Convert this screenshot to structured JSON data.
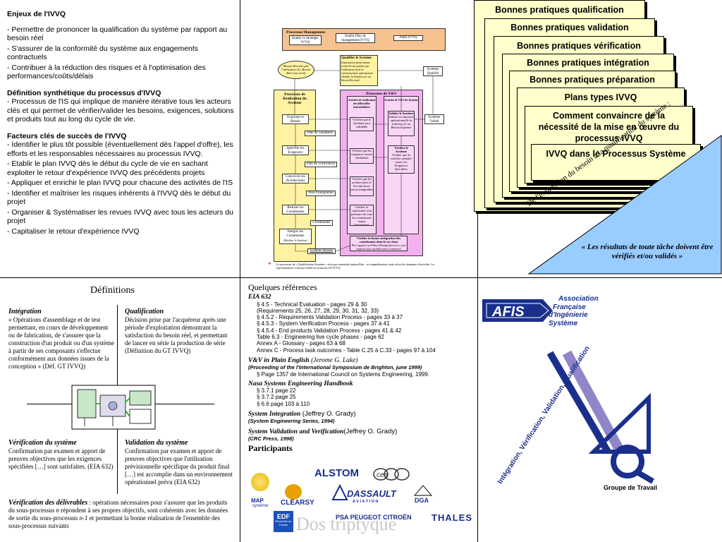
{
  "left": {
    "enjeux_title": "Enjeux de l'IVVQ",
    "enjeux_items": [
      "- Permettre de prononcer la qualification du système par rapport au besoin réel",
      "- S'assurer de la conformité du système aux engagements contractuels",
      "- Contribuer à la réduction des risques et à l'optimisation des performances/coûts/délais"
    ],
    "definition_title": "Définition synthétique du processus d'IVVQ",
    "definition_text": "- Processus de l'IS qui implique de manière itérative tous les acteurs clés et qui permet de vérifier/valider les besoins, exigences, solutions et produits tout au long du cycle de vie.",
    "facteurs_title": "Facteurs clés de succès de l'IVVQ",
    "facteurs_items": [
      "- Identifier le plus tôt possible (éventuellement dès l'appel d'offre), les efforts et les responsables nécessaires au processus IVVQ.",
      "- Etablir le plan IVVQ dès le début du cycle de vie en sachant exploiter le retour d'expérience IVVQ des précédents projets",
      "- Appliquer et enrichir le plan IVVQ pour chacune des activités de l'IS",
      "- Identifier et maîtriser les risques inhérents à l'IVVQ dès le début du projet",
      "- Organiser & Systématiser les revues IVVQ avec tous les acteurs du projet",
      "- Capitaliser le retour d'expérience IVVQ"
    ]
  },
  "diagram": {
    "mgmt_title": "Processus Management",
    "mgmt_boxes": [
      "Etablir la Stratégie IVVQ",
      "Etablir Plan de management IVVQ",
      "Plans IVVQ"
    ],
    "qualifier_title": "Qualifier le Système",
    "qualifier_text": "Exploitation performante (contrôle du système par l'utilisateur final en environnement opérationnel (Valider la Solution p/r au Besoin Recensé)",
    "besoin_oval": "Besoin Recensé par l'utilisateur (Le Besoin Réel non écrit)",
    "systeme_qualifie": "Système Qualifié",
    "realisation_title": "Processus de Réalisation du Système",
    "realisation_steps": [
      "Exprimer le Besoin",
      "Spécifier les Exigences",
      "Concevoir les Architectures",
      "Réaliser les Constituants",
      "Intégrer les Constituants"
    ],
    "realisation_note": "(Réaliser le Système)",
    "vv_title": "Processus de V&V",
    "vv_left_title": "Activités de vérification des délivrables intermédiaires",
    "vv_right_title": "Activités de V&V du Système",
    "verif_boxes": [
      "Vérifier que le Système sera validable",
      "Vérifier que les exigences seront vérifiables",
      "Vérifier que les architectures et les interfaces seront intégrables",
      "Vérifier la conformité et la présence de tous les constituants requis (réceptions)"
    ],
    "valider_title": "Valider le Système",
    "valider_text": "Valider en situation opérationnelle la solution p/r au Besoin Exprimé",
    "verifier_title": "Vérifier le Système",
    "verifier_text": "Vérifier que la solution satisfait toutes les Exigences Spécifiées",
    "integration_title": "Vérifier la bonne intégration des constituants dans le sys tème",
    "integration_text": "Par rapport au Plan d'Intégration (i.e. par rapport aux architectures retenues)",
    "systeme_valide": "Système Validé",
    "plans": [
      "Plan de Validation",
      "Plan de Vérification",
      "Plan d'Intégration",
      "Constituants"
    ],
    "systeme_realise": "Système Réalisé",
    "footnote_star": "*",
    "footnote": "Le processus de « Qualification Système » n'est pas normalisé aujourd'hui : sa compréhension varie selon les domaines d'activités. La représentation ci-dessus reflète la vision du GT IVVQ"
  },
  "cards": [
    "Bonnes pratiques qualification",
    "Bonnes pratiques validation",
    "Bonnes pratiques vérification",
    "Bonnes pratiques intégration",
    "Bonnes pratiques préparation",
    "Plans types IVVQ",
    "Comment convaincre de la nécessité de la mise en œuvre du processus IVVQ",
    "IVVQ dans le Processus Système"
  ],
  "triangle": {
    "rotated": "De l'expression du besoin à la qualification du système :",
    "quote": "« Les résultats de toute tâche doivent être vérifiés et/ou validés »"
  },
  "definitions": {
    "title": "Définitions",
    "integration_t": "Intégration",
    "integration_d": "« Opérations d'assemblage et de test permettant, en cours de développement ou de fabrication, de s'assurer que la construction d'un produit ou d'un système à partir de ses composants s'effectue conformément aux données issues de la conception » (Déf. GT IVVQ)",
    "qualification_t": "Qualification",
    "qualification_d": "Décision prise par l'acquéreur après une période d'exploitation démontrant la satisfaction du besoin réel, et permettant de lancer en série la production de série (Définition du GT IVVQ)",
    "verification_t": "Vérification du système",
    "verification_d": "Confirmation par examen et apport de preuves objectives que les exigences spécifiées […] sont satisfaites. (EIA 632)",
    "validation_t": "Validation du système",
    "validation_d": "Confirmation par examen et apport de preuves objectives que l'utilisation prévisionnelle spécifique du produit final […] est accomplie dans un environnement opérationnel prévu (EIA 632)",
    "delivrables_t": "Vérification des délivrables",
    "delivrables_d1": " : opérations nécessaires pour s'assurer que les produits du sous-processus ",
    "delivrables_n": "n",
    "delivrables_d2": " répondent à ses propres objectifs, sont cohérents avec les données de sortie du sous-processus ",
    "delivrables_n1": "n-1",
    "delivrables_d3": " et permettant la bonne réalisation de l'ensemble des sous-processus suivants"
  },
  "refs": {
    "title": "Quelques références",
    "eia_t": "EIA 632",
    "eia_lines": [
      "§ 4.5 - Technical Evaluation - pages 29 & 30",
      "(Requirements 25, 26, 27,  28,  29, 30, 31, 32, 33)",
      "§ 4.5.2 - Requirements Validation Process - pages 33 à 37",
      "§ 4.5.3 - System Verification Process - pages 37 à 41",
      "§ 4.5.4 - End products Validation Process - pages 41 & 42",
      "Table 6.3 - Engineering live cycle phases - page 62",
      "Annex A - Glossary - pages 63 à 68",
      "Annex C - Process task outcomes - Table C.25 à C.33 - pages 97 à 104"
    ],
    "vv_t": "V&V in Plain English",
    "vv_author": " (Jerome G. Lake)",
    "vv_sub": "(Proceeding of the l'International Symposium de Brighton, june 1999)",
    "vv_line": "§ Page 1357 de  International Council on Systems Engineering, 1999.",
    "nasa_t": "Nasa Systems Engineering Handbook",
    "nasa_lines": [
      "§ 3.7.1 page 22",
      "§ 3.7.2 page 25",
      "§ 6.6 page 103 à 110"
    ],
    "si_t": "System Integration",
    "si_author": " (Jeffrey O. Grady)",
    "si_sub": "(System Engineering Series, 1994)",
    "svv_t": "System Validation and Verification",
    "svv_author": "(Jeffrey O. Grady)",
    "svv_sub": "(CRC Press, 1998)",
    "participants": "Participants"
  },
  "logos": {
    "alstom": "ALSTOM",
    "cea": "cea",
    "map": "MAP",
    "map_sub": "système",
    "clearsy": "CLEARSY",
    "dassault": "DASSAULT",
    "aviation": "A V I A T I O N",
    "dga": "DGA",
    "edf": "EDF",
    "edf_sub": "Électricité de France",
    "psa": "PSA PEUGEOT CITROËN",
    "thales": "THALES",
    "watermark": "Dos triptyque"
  },
  "afis": {
    "logo": "AFIS",
    "line1": "Association",
    "line2": "Française",
    "line3": "d'Ingénierie",
    "line4": "Système",
    "rotated": "Intégration, Vérification, Validation, Qualification",
    "groupe": "Groupe de Travail"
  },
  "colors": {
    "accent_blue": "#1a2f8c",
    "card_bg": "#ffffcc",
    "triangle": "#99ccff",
    "mgmt": "#f6c28f",
    "pink": "#f3b0ee"
  }
}
